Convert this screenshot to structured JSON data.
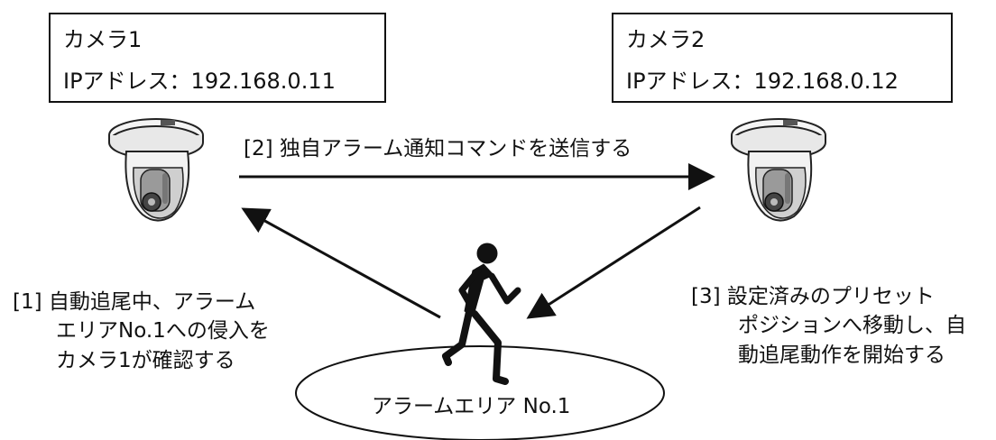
{
  "camera1": {
    "name": "カメラ1",
    "ip": "IPアドレス：192.168.0.11"
  },
  "camera2": {
    "name": "カメラ2",
    "ip": "IPアドレス：192.168.0.12"
  },
  "step2": "[2] 独自アラーム通知コマンドを送信する",
  "step1": {
    "line1": "[1] 自動追尾中、アラーム",
    "line2": "エリアNo.1への侵入を",
    "line3": "カメラ1が確認する"
  },
  "step3": {
    "line1": "[3] 設定済みのプリセット",
    "line2": "ポジションへ移動し、自",
    "line3": "動追尾動作を開始する"
  },
  "alarm_area": "アラームエリア No.1"
}
